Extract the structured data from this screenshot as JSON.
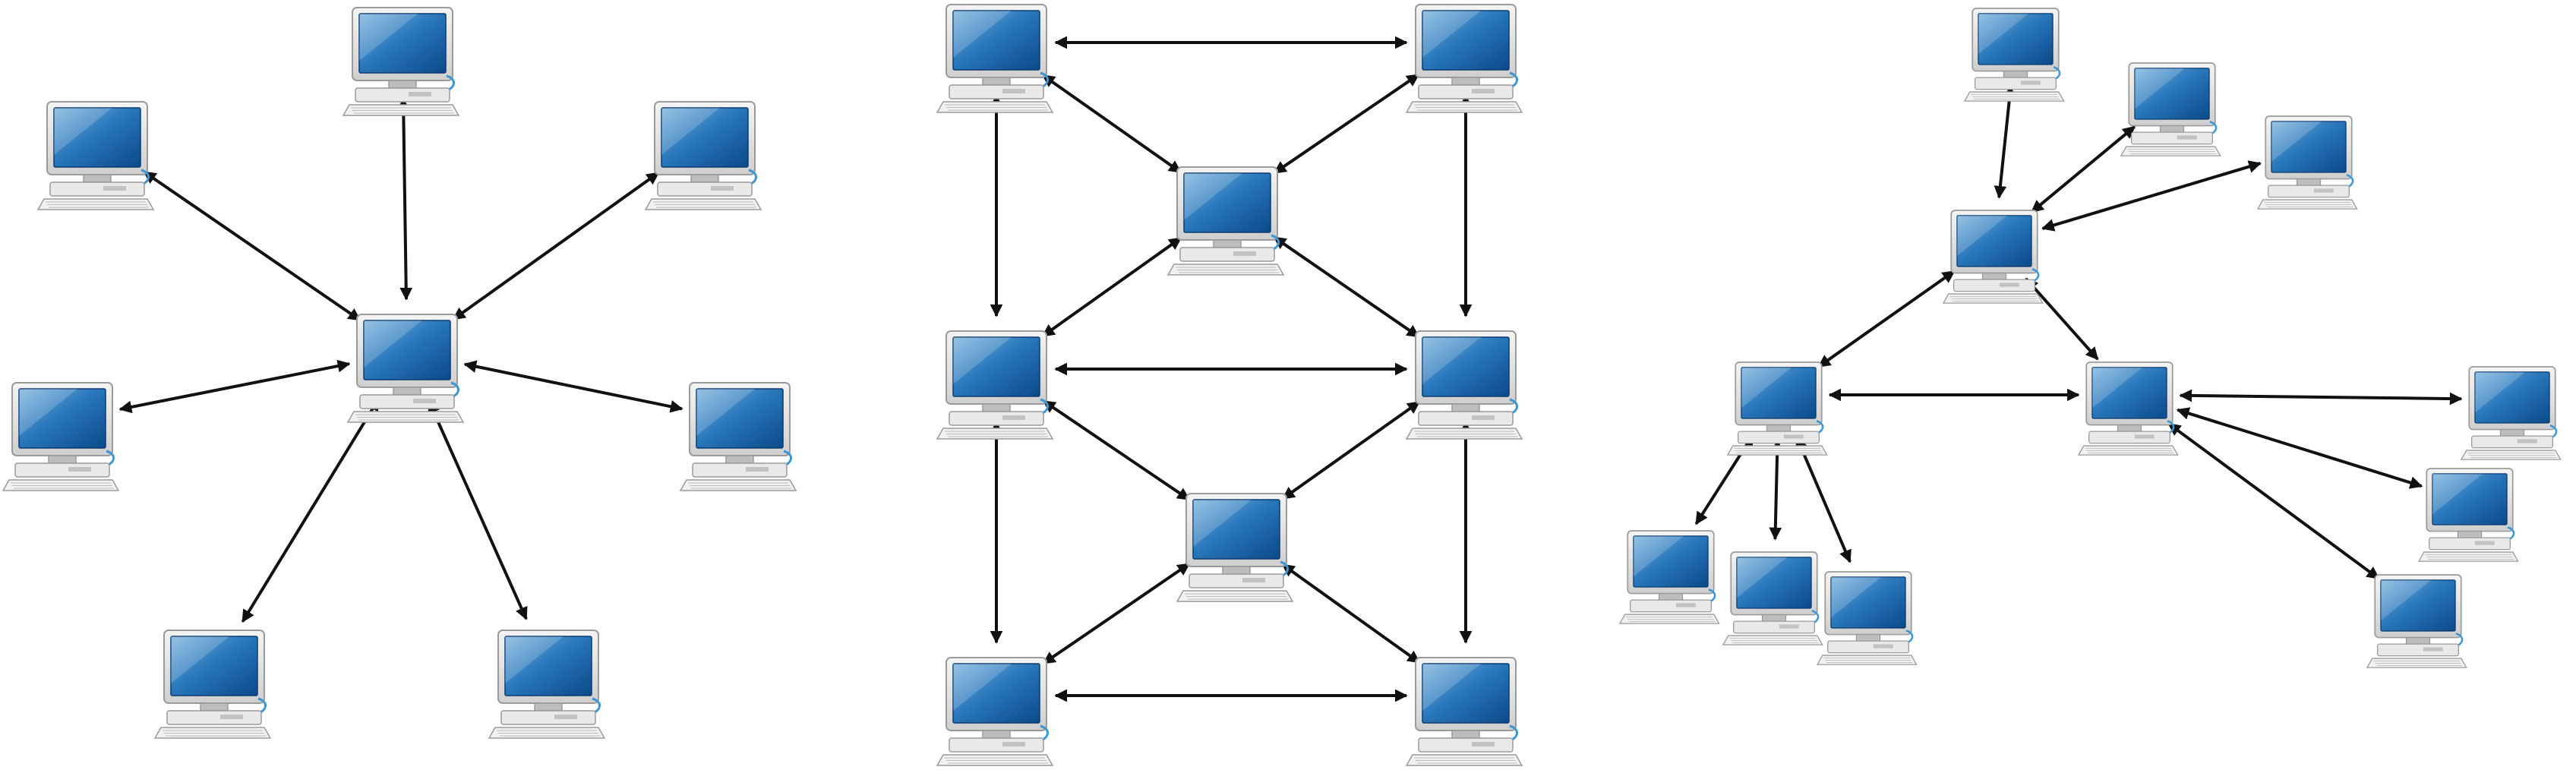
{
  "colors": {
    "edge": "#111111",
    "bezel_light": "#f4f4f4",
    "bezel_dark": "#9a9a9a",
    "screen_top": "#7fb6de",
    "screen_mid": "#2a78bd",
    "screen_bottom": "#0b4a8a",
    "cable": "#3b97d6",
    "background": "#ffffff"
  },
  "icon": "desktop-computer-icon",
  "networks": [
    {
      "id": "star",
      "nodes": [
        "center",
        "top",
        "top-left",
        "top-right",
        "left",
        "right",
        "bottom-left",
        "bottom-right"
      ],
      "links": [
        [
          "center",
          "top"
        ],
        [
          "center",
          "top-left"
        ],
        [
          "center",
          "top-right"
        ],
        [
          "center",
          "left"
        ],
        [
          "center",
          "right"
        ],
        [
          "center",
          "bottom-left"
        ],
        [
          "center",
          "bottom-right"
        ]
      ]
    },
    {
      "id": "mesh",
      "nodes": [
        "top-left",
        "top-right",
        "upper-center",
        "middle-left",
        "middle-right",
        "lower-center",
        "bottom-left",
        "bottom-right"
      ],
      "links": [
        [
          "top-left",
          "top-right"
        ],
        [
          "top-left",
          "upper-center"
        ],
        [
          "top-right",
          "upper-center"
        ],
        [
          "top-left",
          "middle-left"
        ],
        [
          "top-right",
          "middle-right"
        ],
        [
          "upper-center",
          "middle-left"
        ],
        [
          "upper-center",
          "middle-right"
        ],
        [
          "middle-left",
          "middle-right"
        ],
        [
          "middle-left",
          "lower-center"
        ],
        [
          "middle-right",
          "lower-center"
        ],
        [
          "middle-left",
          "bottom-left"
        ],
        [
          "middle-right",
          "bottom-right"
        ],
        [
          "lower-center",
          "bottom-left"
        ],
        [
          "lower-center",
          "bottom-right"
        ],
        [
          "bottom-left",
          "bottom-right"
        ]
      ]
    },
    {
      "id": "hybrid",
      "nodes": [
        "hub-top",
        "leaf-a",
        "leaf-b",
        "leaf-c",
        "hub-left",
        "hub-right",
        "leaf-d",
        "leaf-e",
        "leaf-f",
        "leaf-g",
        "leaf-h",
        "leaf-i"
      ],
      "links": [
        [
          "hub-top",
          "leaf-a"
        ],
        [
          "hub-top",
          "leaf-b"
        ],
        [
          "hub-top",
          "leaf-c"
        ],
        [
          "hub-top",
          "hub-left"
        ],
        [
          "hub-top",
          "hub-right"
        ],
        [
          "hub-left",
          "hub-right"
        ],
        [
          "hub-left",
          "leaf-d"
        ],
        [
          "hub-left",
          "leaf-e"
        ],
        [
          "hub-left",
          "leaf-f"
        ],
        [
          "hub-right",
          "leaf-g"
        ],
        [
          "hub-right",
          "leaf-h"
        ],
        [
          "hub-right",
          "leaf-i"
        ]
      ]
    }
  ]
}
